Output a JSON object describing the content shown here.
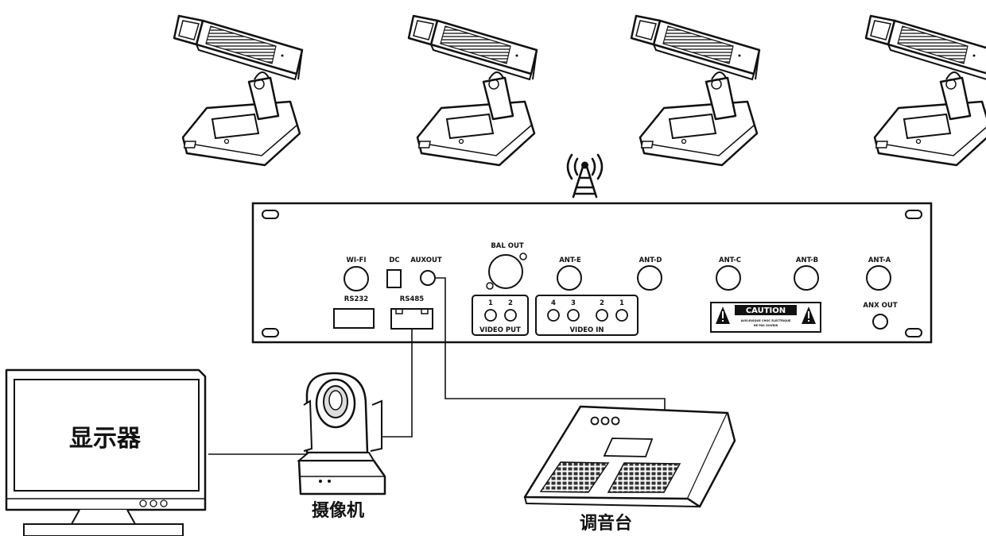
{
  "panel": {
    "connectors": {
      "wifi": "WI-FI",
      "dc": "DC",
      "auxout": "AUXOUT",
      "bal_out": "BAL OUT",
      "ant_e": "ANT-E",
      "ant_d": "ANT-D",
      "ant_c": "ANT-C",
      "ant_b": "ANT-B",
      "ant_a": "ANT-A",
      "rs232": "RS232",
      "rs485": "RS485",
      "anx_out": "ANX OUT"
    },
    "video_put": {
      "label": "VIDEO PUT",
      "ports": [
        "1",
        "2"
      ]
    },
    "video_in": {
      "label": "VIDEO IN",
      "ports": [
        "4",
        "3",
        "2",
        "1"
      ]
    },
    "caution": {
      "title": "CAUTION",
      "line1": "AVIS:RISQUE CHOC ELECTRIQUE",
      "line2": "NE PAS OUVRIR"
    }
  },
  "devices": {
    "monitor": "显示器",
    "camera": "摄像机",
    "mixer": "调音台"
  },
  "icons": {
    "antenna": "wireless-antenna-icon",
    "microphone": "conference-microphone-icon",
    "warning": "warning-triangle-icon"
  }
}
